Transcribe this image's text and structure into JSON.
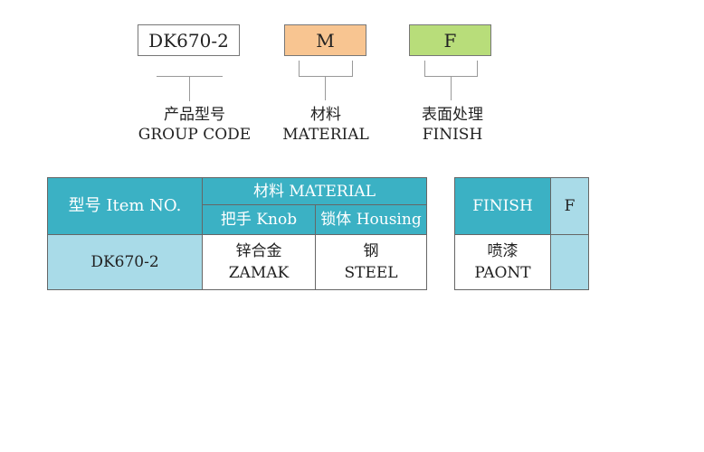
{
  "code_legend": {
    "group_code_value": "DK670-2",
    "material_value": "M",
    "finish_value": "F",
    "group_label_cn": "产品型号",
    "group_label_en": "GROUP CODE",
    "material_label_cn": "材料",
    "material_label_en": "MATERIAL",
    "finish_label_cn": "表面处理",
    "finish_label_en": "FINISH",
    "colors": {
      "material_box": "#f8c591",
      "finish_box": "#b8dd7a"
    }
  },
  "material_table": {
    "item_header": "型号 Item NO.",
    "material_header": "材料 MATERIAL",
    "knob_header": "把手 Knob",
    "housing_header": "锁体 Housing",
    "rows": [
      {
        "item": "DK670-2",
        "knob_cn": "锌合金",
        "knob_en": "ZAMAK",
        "housing_cn": "钢",
        "housing_en": "STEEL"
      }
    ]
  },
  "finish_table": {
    "header": "FINISH",
    "code": "F",
    "rows": [
      {
        "finish_cn": "喷漆",
        "finish_en": "PAONT"
      }
    ]
  }
}
